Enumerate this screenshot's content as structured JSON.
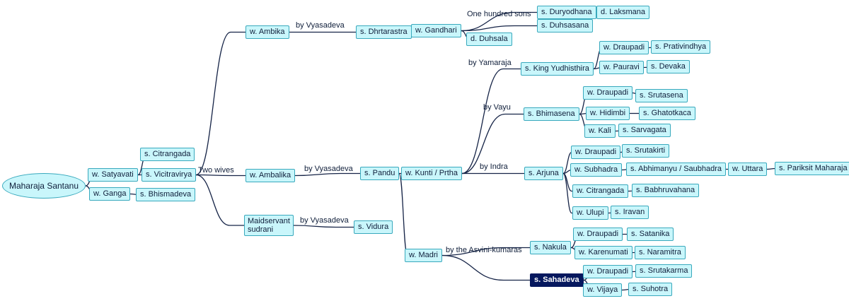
{
  "nodes": {
    "root": "Maharaja Santanu",
    "satyavati": "w. Satyavati",
    "ganga": "w. Ganga",
    "bhismadeva": "s. Bhismadeva",
    "citrangada1": "s. Citrangada",
    "vicitravirya": "s. Vicitravirya",
    "ambika": "w. Ambika",
    "ambalika": "w. Ambalika",
    "maidservant": "Maidservant sudrani",
    "dhrtarastra": "s. Dhrtarastra",
    "gandhari": "w. Gandhari",
    "duryodhana": "s. Duryodhana",
    "laksmana": "d. Laksmana",
    "duhsasana": "s. Duhsasana",
    "duhsala": "d. Duhsala",
    "pandu": "s. Pandu",
    "kunti": "w. Kunti / Prtha",
    "madri": "w. Madri",
    "vidura": "s. Vidura",
    "yudhisthira": "s. King Yudhisthira",
    "draupadi_y": "w. Draupadi",
    "prativindhya": "s. Prativindhya",
    "pauravi": "w. Pauravi",
    "devaka": "s. Devaka",
    "bhimasena": "s. Bhimasena",
    "draupadi_b": "w. Draupadi",
    "srutasena": "s. Srutasena",
    "hidimbi": "w. Hidimbi",
    "ghatotkaca": "s. Ghatotkaca",
    "kali": "w. Kali",
    "sarvagata": "s. Sarvagata",
    "arjuna": "s. Arjuna",
    "draupadi_a": "w. Draupadi",
    "srutakirti": "s. Srutakirti",
    "subhadra": "w. Subhadra",
    "abhimanyu": "s. Abhimanyu / Saubhadra",
    "uttara": "w. Uttara",
    "pariksit": "s. Pariksit Maharaja",
    "citrangada2": "w. Citrangada",
    "babhruvahana": "s. Babhruvahana",
    "ulupi": "w. Ulupi",
    "iravan": "s. Iravan",
    "nakula": "s. Nakula",
    "draupadi_n": "w. Draupadi",
    "satanika": "s. Satanika",
    "karenumati": "w. Karenumati",
    "naramitra": "s. Naramitra",
    "sahadeva": "s. Sahadeva",
    "draupadi_s": "w. Draupadi",
    "srutakarma": "s. Srutakarma",
    "vijaya": "w. Vijaya",
    "suhotra": "s. Suhotra"
  },
  "edge_labels": {
    "two_wives": "Two wives",
    "by_vyasadeva_1": "by Vyasadeva",
    "by_vyasadeva_2": "by Vyasadeva",
    "by_vyasadeva_3": "by Vyasadeva",
    "one_hundred_sons": "One hundred sons",
    "by_yamaraja": "by Yamaraja",
    "by_vayu": "by Vayu",
    "by_indra": "by Indra",
    "by_asvini": "by the Asvini-kumaras"
  },
  "selected": "sahadeva",
  "colors": {
    "node_fill": "#c9f6fb",
    "node_border": "#39a9bd",
    "line": "#162447",
    "selected_fill": "#06185e",
    "selected_text": "#ffffff"
  }
}
